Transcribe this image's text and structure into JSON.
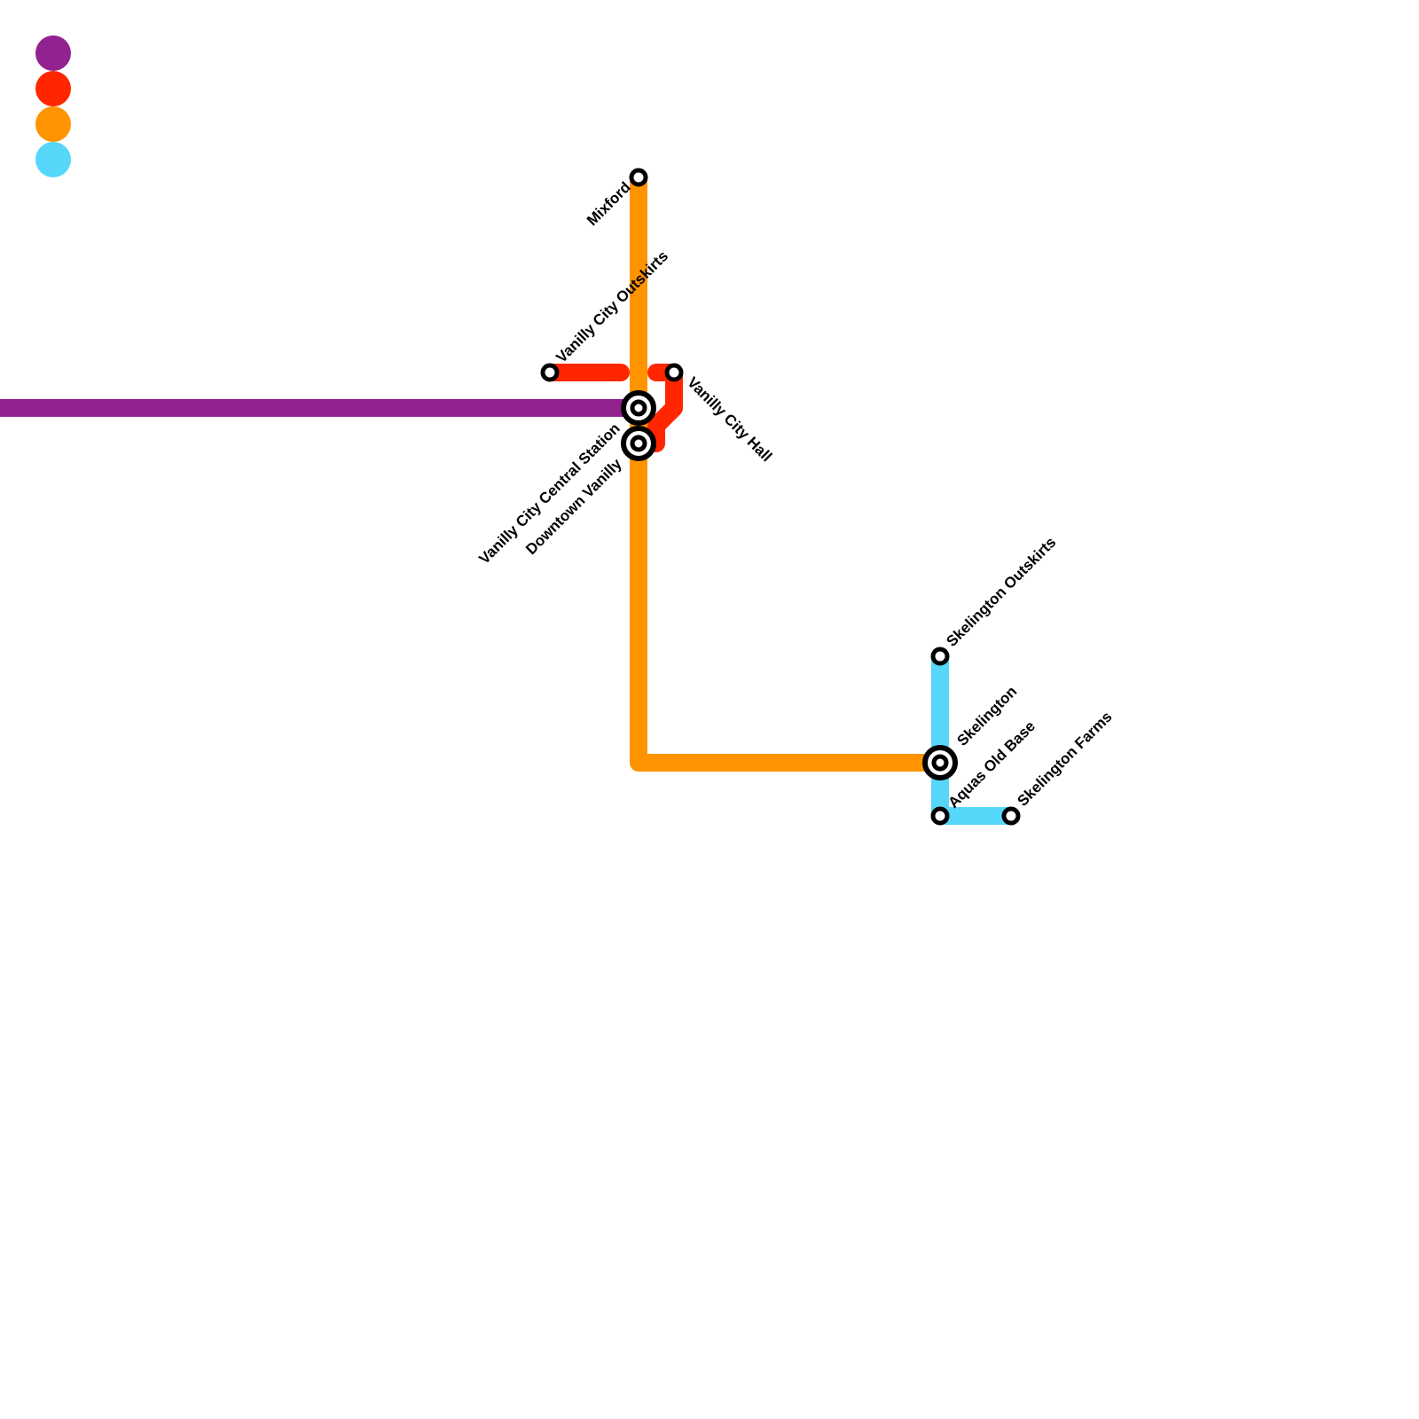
{
  "title": "Transit map",
  "legend": [
    {
      "line": "purple",
      "color": "#92228F"
    },
    {
      "line": "red",
      "color": "#FF2600"
    },
    {
      "line": "orange",
      "color": "#FF9300"
    },
    {
      "line": "cyan",
      "color": "#56D7FA"
    }
  ],
  "lines": {
    "purple": {
      "color": "#92228F"
    },
    "red": {
      "color": "#FF2600"
    },
    "orange": {
      "color": "#FF9300"
    },
    "cyan": {
      "color": "#56D7FA"
    }
  },
  "stations": {
    "mixford": {
      "name": "Mixford",
      "type": "station"
    },
    "vanilly_city_outskirts": {
      "name": "Vanilly City Outskirts",
      "type": "station"
    },
    "vanilly_city_hall": {
      "name": "Vanilly City Hall",
      "type": "station"
    },
    "vanilly_city_central_station": {
      "name": "Vanilly City Central Station",
      "type": "interchange"
    },
    "downtown_vanilly": {
      "name": "Downtown Vanilly",
      "type": "interchange"
    },
    "skelington_outskirts": {
      "name": "Skelington Outskirts",
      "type": "station"
    },
    "skelington": {
      "name": "Skelington",
      "type": "interchange"
    },
    "aquas_old_base": {
      "name": "Aquas Old Base",
      "type": "station"
    },
    "skelington_farms": {
      "name": "Skelington Farms",
      "type": "station"
    }
  }
}
